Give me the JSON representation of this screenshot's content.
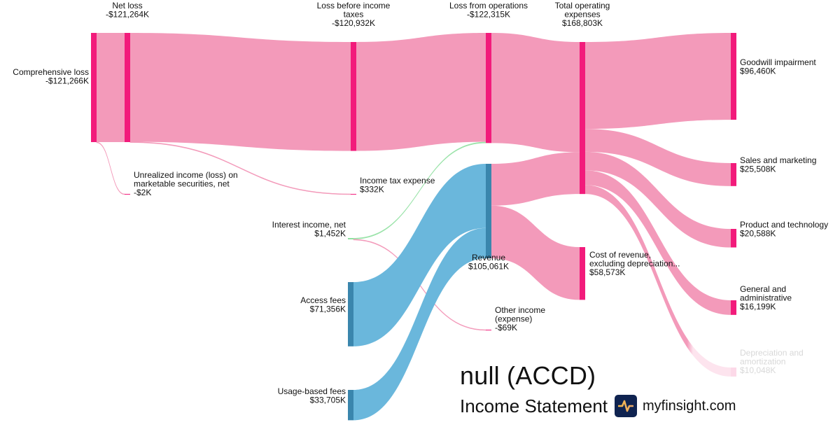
{
  "footer": {
    "company": "null (ACCD)",
    "statement": "Income Statement",
    "brand_icon": "pulse-line-icon",
    "brand": "myfinsight.com"
  },
  "colors": {
    "loss_node": "#f21b7b",
    "loss_link": "#f39aba",
    "revenue_node": "#3a86ad",
    "revenue_link": "#6ab7dc",
    "income_link": "#8fe0a0",
    "faded_link": "#fde4ee"
  },
  "chart_data": {
    "type": "sankey",
    "title": "null (ACCD) Income Statement",
    "units": "USD thousands",
    "nodes": [
      {
        "id": "comprehensive_loss",
        "name": "Comprehensive loss",
        "value_label": "-$121,266K",
        "value": -121266
      },
      {
        "id": "net_loss",
        "name": "Net loss",
        "value_label": "-$121,264K",
        "value": -121264
      },
      {
        "id": "unrealized",
        "name": "Unrealized income (loss) on marketable securities, net",
        "value_label": "-$2K",
        "value": -2
      },
      {
        "id": "loss_before_tax",
        "name": "Loss before income taxes",
        "value_label": "-$120,932K",
        "value": -120932
      },
      {
        "id": "income_tax",
        "name": "Income tax expense",
        "value_label": "$332K",
        "value": 332
      },
      {
        "id": "loss_from_ops",
        "name": "Loss from operations",
        "value_label": "-$122,315K",
        "value": -122315
      },
      {
        "id": "interest_income",
        "name": "Interest income, net",
        "value_label": "$1,452K",
        "value": 1452
      },
      {
        "id": "other_income",
        "name": "Other income (expense)",
        "value_label": "-$69K",
        "value": -69
      },
      {
        "id": "access_fees",
        "name": "Access fees",
        "value_label": "$71,356K",
        "value": 71356
      },
      {
        "id": "usage_fees",
        "name": "Usage-based fees",
        "value_label": "$33,705K",
        "value": 33705
      },
      {
        "id": "revenue",
        "name": "Revenue",
        "value_label": "$105,061K",
        "value": 105061
      },
      {
        "id": "total_opex",
        "name": "Total operating expenses",
        "value_label": "$168,803K",
        "value": 168803
      },
      {
        "id": "cost_of_revenue",
        "name": "Cost of revenue, excluding depreciation...",
        "value_label": "$58,573K",
        "value": 58573
      },
      {
        "id": "goodwill",
        "name": "Goodwill impairment",
        "value_label": "$96,460K",
        "value": 96460
      },
      {
        "id": "sales_marketing",
        "name": "Sales and marketing",
        "value_label": "$25,508K",
        "value": 25508
      },
      {
        "id": "product_tech",
        "name": "Product and technology",
        "value_label": "$20,588K",
        "value": 20588
      },
      {
        "id": "g_and_a",
        "name": "General and administrative",
        "value_label": "$16,199K",
        "value": 16199
      },
      {
        "id": "d_and_a",
        "name": "Depreciation and amortization",
        "value_label": "$10,048K",
        "value": 10048
      }
    ],
    "links": [
      {
        "source": "comprehensive_loss",
        "target": "net_loss",
        "value": 121264,
        "kind": "loss"
      },
      {
        "source": "comprehensive_loss",
        "target": "unrealized",
        "value": 2,
        "kind": "loss"
      },
      {
        "source": "net_loss",
        "target": "loss_before_tax",
        "value": 120932,
        "kind": "loss"
      },
      {
        "source": "net_loss",
        "target": "income_tax",
        "value": 332,
        "kind": "loss"
      },
      {
        "source": "loss_before_tax",
        "target": "loss_from_ops",
        "value": 120932,
        "kind": "loss"
      },
      {
        "source": "interest_income",
        "target": "loss_from_ops",
        "value": 1452,
        "kind": "income"
      },
      {
        "source": "interest_income",
        "target": "other_income",
        "value": 69,
        "kind": "loss"
      },
      {
        "source": "loss_from_ops",
        "target": "total_opex",
        "value": 122315,
        "kind": "loss"
      },
      {
        "source": "access_fees",
        "target": "revenue",
        "value": 71356,
        "kind": "revenue"
      },
      {
        "source": "usage_fees",
        "target": "revenue",
        "value": 33705,
        "kind": "revenue"
      },
      {
        "source": "revenue",
        "target": "total_opex",
        "value": 46488,
        "kind": "loss"
      },
      {
        "source": "revenue",
        "target": "cost_of_revenue",
        "value": 58573,
        "kind": "loss"
      },
      {
        "source": "total_opex",
        "target": "goodwill",
        "value": 96460,
        "kind": "loss"
      },
      {
        "source": "total_opex",
        "target": "sales_marketing",
        "value": 25508,
        "kind": "loss"
      },
      {
        "source": "total_opex",
        "target": "product_tech",
        "value": 20588,
        "kind": "loss"
      },
      {
        "source": "total_opex",
        "target": "g_and_a",
        "value": 16199,
        "kind": "loss"
      },
      {
        "source": "total_opex",
        "target": "d_and_a",
        "value": 10048,
        "kind": "loss"
      }
    ]
  }
}
